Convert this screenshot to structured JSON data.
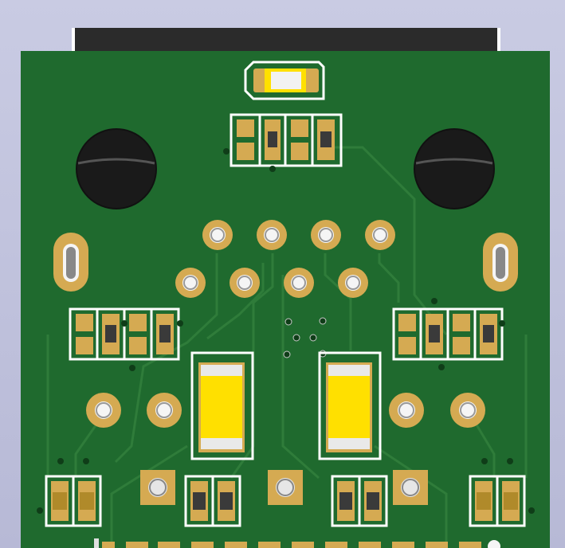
{
  "scene": {
    "title": "",
    "colors": {
      "background": "#c3c5df",
      "board": "#1f6a2e",
      "board_dark": "#175a25",
      "trace": "#2d7a38",
      "pad_gold": "#d5aa52",
      "silk": "#ffffff",
      "connector": "#2b2b2b",
      "cap_yellow": "#ffe000",
      "led_white": "#f2f2f2",
      "knob_black": "#1a1a1a",
      "resistor_dark": "#3a3a3a",
      "cap_tan": "#b08a2a"
    },
    "components": [
      "usb-connector",
      "led",
      "pad-array-top",
      "knob-left",
      "knob-right",
      "through-hole-row-top",
      "through-hole-row-bottom",
      "slot-left",
      "slot-right",
      "pad-array-left",
      "pad-array-right",
      "yellow-capacitor-left",
      "yellow-capacitor-right",
      "through-hole-pair-left",
      "through-hole-pair-right",
      "square-pads-bottom",
      "smd-caps-bottom-left",
      "smd-caps-bottom-right",
      "edge-connector-fingers"
    ]
  }
}
